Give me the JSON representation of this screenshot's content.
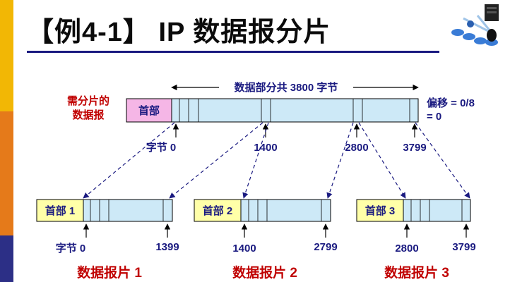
{
  "title": "【例4-1】 IP 数据报分片",
  "colors": {
    "bar_gold": "#f2b705",
    "bar_orange": "#e57a1a",
    "bar_navy": "#2c2f86",
    "rule": "#1a1a80",
    "header_fill_original": "#f5b6e6",
    "header_fill_fragment": "#ffffa8",
    "data_fill": "#cde9f7",
    "label_red": "#c00000",
    "label_navy": "#1a1a80",
    "dashed_line": "#1a1a80"
  },
  "icons": [
    "network-logo-icon"
  ],
  "original": {
    "caption_line1": "需分片的",
    "caption_line2": "数据报",
    "header_label": "首部",
    "span_label": "数据部分共 3800 字节",
    "offset_line1": "偏移 = 0/8",
    "offset_line2": "= 0",
    "markers": [
      "字节 0",
      "1400",
      "2800",
      "3799"
    ]
  },
  "fragments": [
    {
      "header_label": "首部 1",
      "start_label": "字节 0",
      "end_label": "1399",
      "name": "数据报片 1"
    },
    {
      "header_label": "首部 2",
      "start_label": "1400",
      "end_label": "2799",
      "name": "数据报片 2"
    },
    {
      "header_label": "首部 3",
      "start_label": "2800",
      "end_label": "3799",
      "name": "数据报片 3"
    }
  ]
}
